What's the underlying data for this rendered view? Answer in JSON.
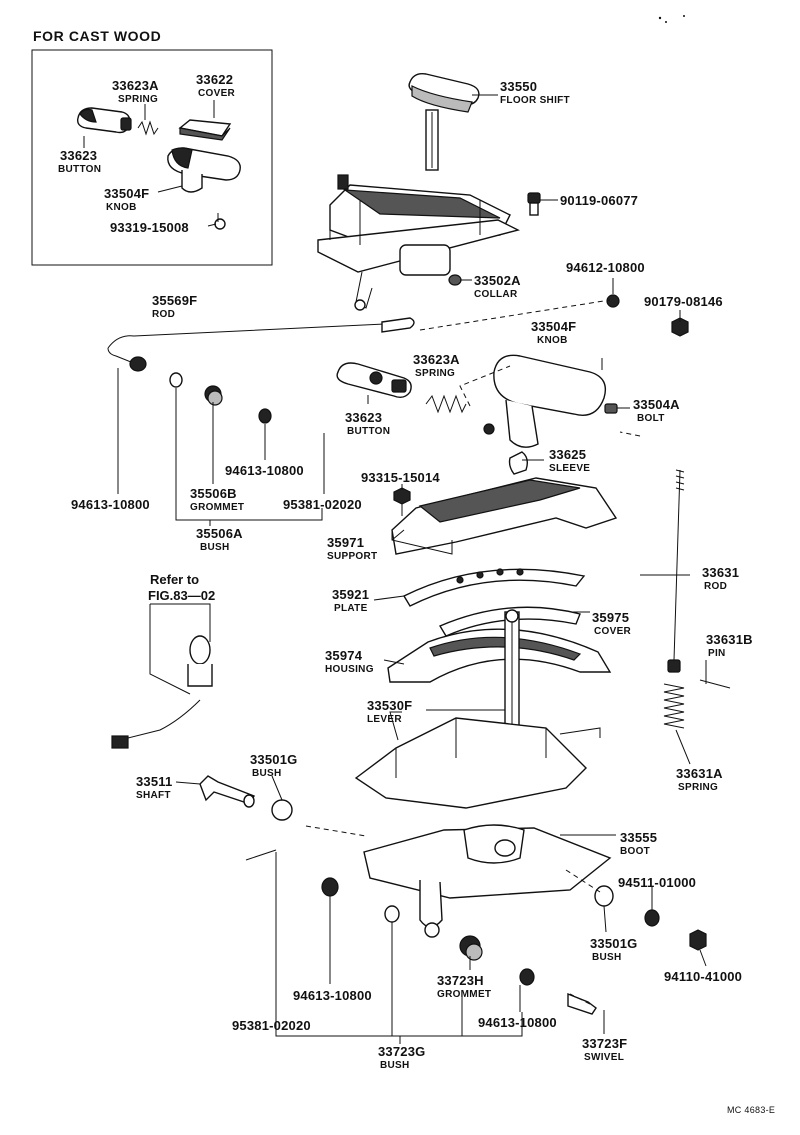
{
  "inset": {
    "title": "FOR CAST WOOD",
    "parts": [
      {
        "num": "33623A",
        "name": "SPRING"
      },
      {
        "num": "33622",
        "name": "COVER"
      },
      {
        "num": "33623",
        "name": "BUTTON"
      },
      {
        "num": "33504F",
        "name": "KNOB"
      },
      {
        "num": "93319-15008",
        "name": ""
      }
    ]
  },
  "parts": [
    {
      "num": "33550",
      "name": "FLOOR SHIFT"
    },
    {
      "num": "90119-06077",
      "name": ""
    },
    {
      "num": "94612-10800",
      "name": ""
    },
    {
      "num": "33502A",
      "name": "COLLAR"
    },
    {
      "num": "90179-08146",
      "name": ""
    },
    {
      "num": "35569F",
      "name": "ROD"
    },
    {
      "num": "33504F",
      "name": "KNOB"
    },
    {
      "num": "33623A",
      "name": "SPRING"
    },
    {
      "num": "33504A",
      "name": "BOLT"
    },
    {
      "num": "33623",
      "name": "BUTTON"
    },
    {
      "num": "33625",
      "name": "SLEEVE"
    },
    {
      "num": "94613-10800",
      "name": ""
    },
    {
      "num": "94613-10800",
      "name": ""
    },
    {
      "num": "35506B",
      "name": "GROMMET"
    },
    {
      "num": "95381-02020",
      "name": ""
    },
    {
      "num": "35506A",
      "name": "BUSH"
    },
    {
      "num": "93315-15014",
      "name": ""
    },
    {
      "num": "35971",
      "name": "SUPPORT"
    },
    {
      "num": "33631",
      "name": "ROD"
    },
    {
      "num": "35921",
      "name": "PLATE"
    },
    {
      "num": "35975",
      "name": "COVER"
    },
    {
      "num": "33631B",
      "name": "PIN"
    },
    {
      "num": "35974",
      "name": "HOUSING"
    },
    {
      "num": "33530F",
      "name": "LEVER"
    },
    {
      "num": "33631A",
      "name": "SPRING"
    },
    {
      "num": "33501G",
      "name": "BUSH"
    },
    {
      "num": "33511",
      "name": "SHAFT"
    },
    {
      "num": "33555",
      "name": "BOOT"
    },
    {
      "num": "94511-01000",
      "name": ""
    },
    {
      "num": "33501G",
      "name": "BUSH"
    },
    {
      "num": "94110-41000",
      "name": ""
    },
    {
      "num": "94613-10800",
      "name": ""
    },
    {
      "num": "33723H",
      "name": "GROMMET"
    },
    {
      "num": "94613-10800",
      "name": ""
    },
    {
      "num": "95381-02020",
      "name": ""
    },
    {
      "num": "33723G",
      "name": "BUSH"
    },
    {
      "num": "33723F",
      "name": "SWIVEL"
    }
  ],
  "refer": {
    "line1": "Refer to",
    "line2": "FIG.83—02"
  },
  "figure_code": "MC 4683-E"
}
